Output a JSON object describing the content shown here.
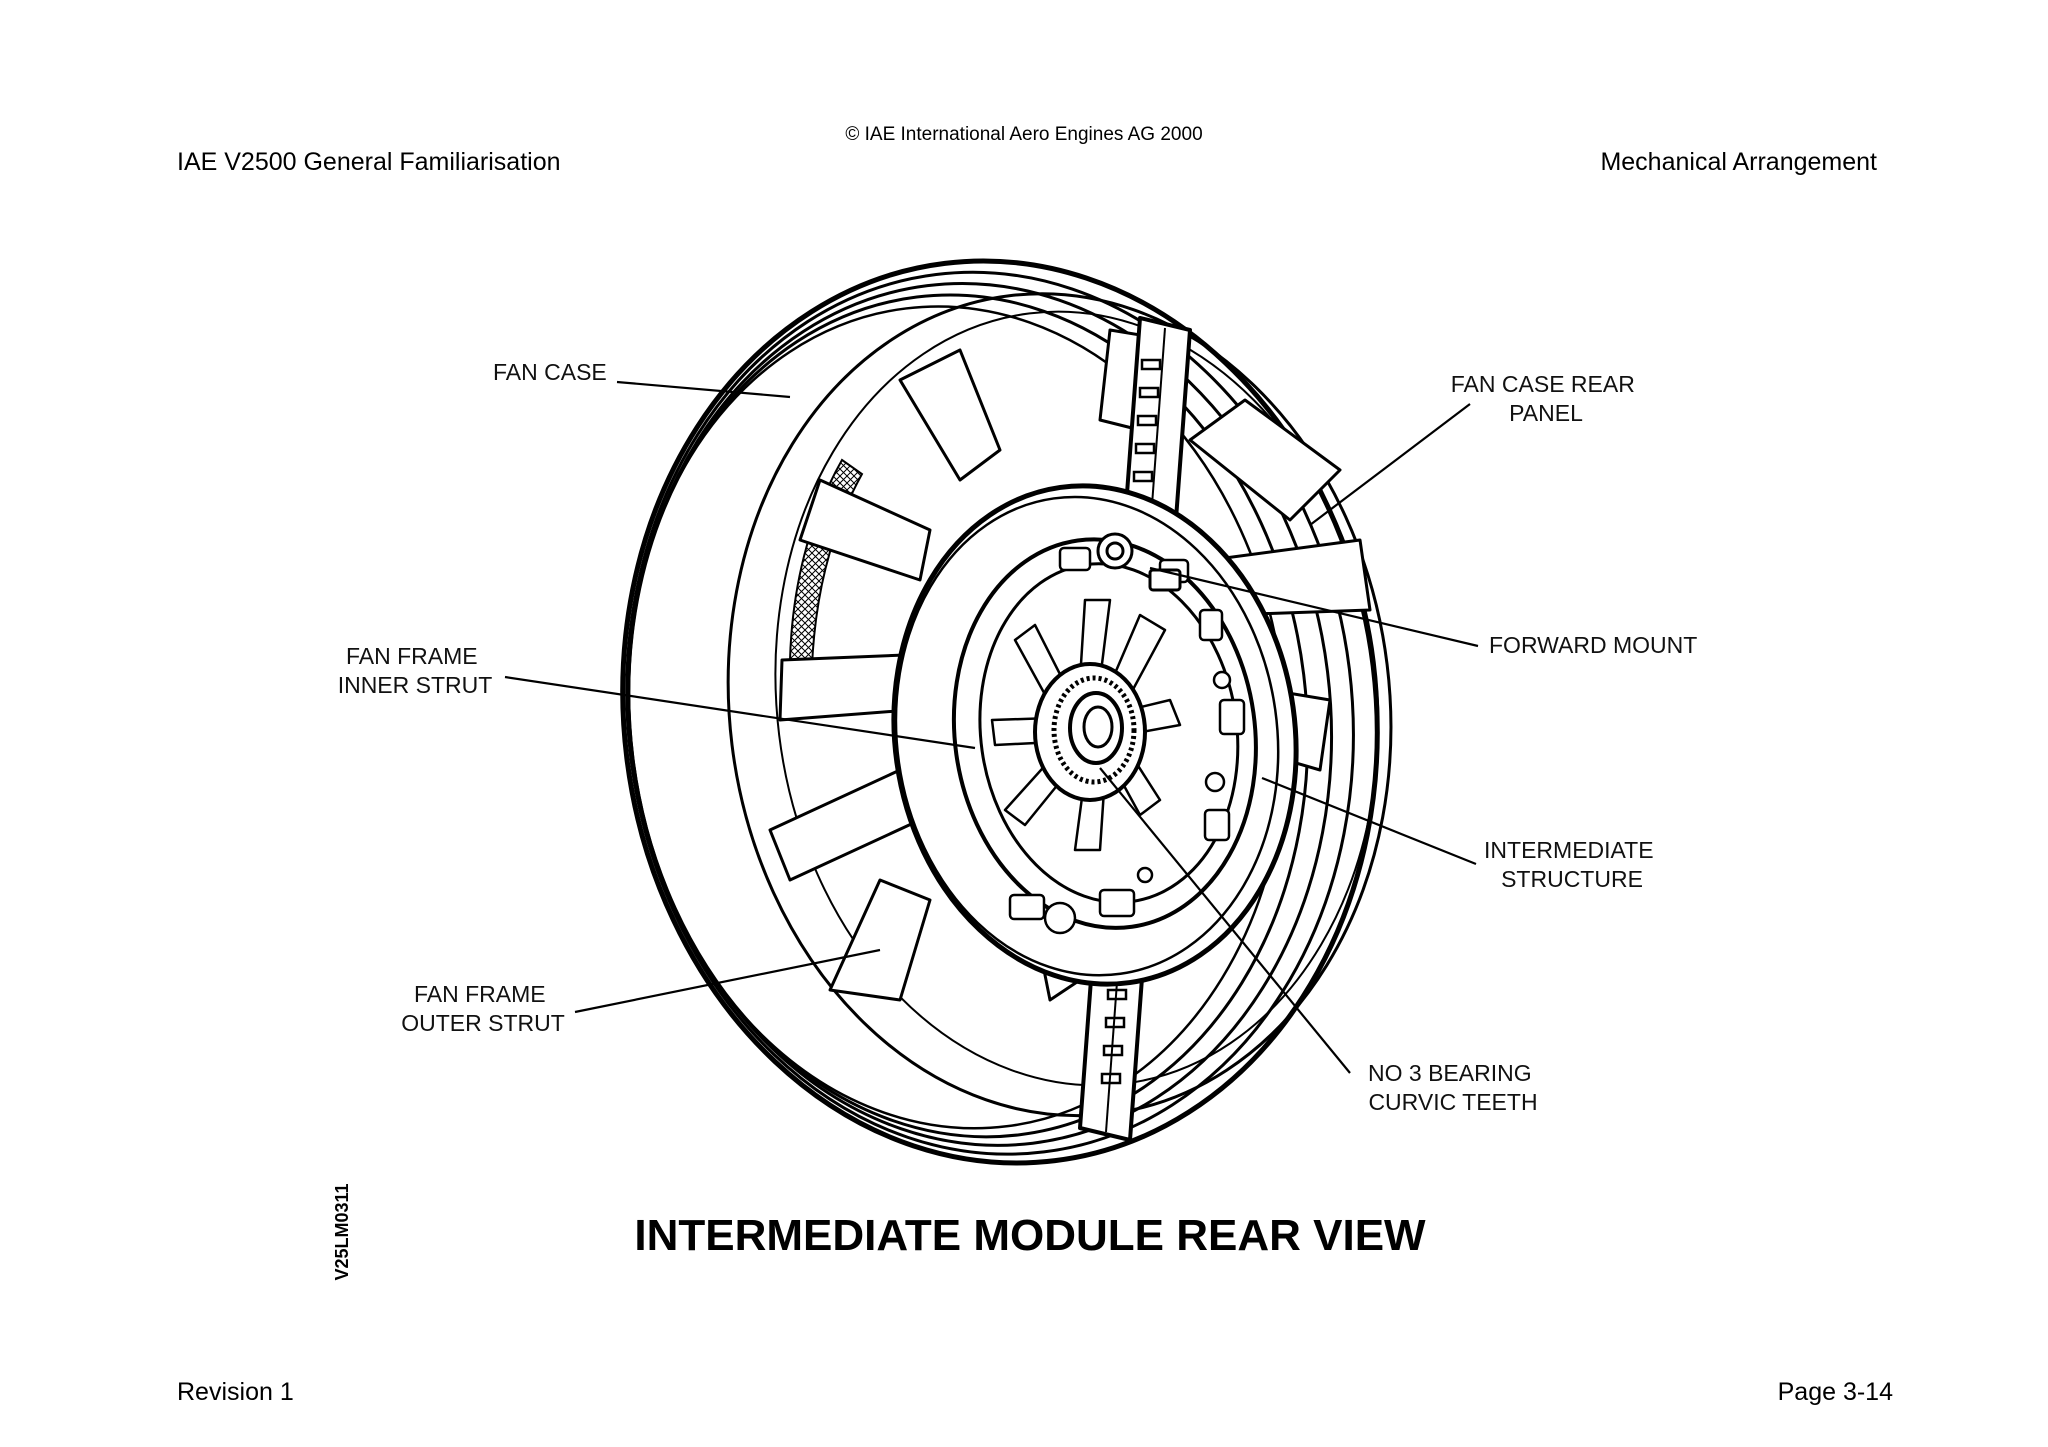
{
  "header": {
    "copyright": "© IAE International Aero Engines AG 2000",
    "left_title": "IAE V2500 General Familiarisation",
    "right_title": "Mechanical Arrangement"
  },
  "figure": {
    "title": "INTERMEDIATE MODULE REAR VIEW",
    "drawing_code": "V25LM0311",
    "labels": {
      "fan_case": [
        "FAN CASE"
      ],
      "fan_case_rear_panel": [
        "FAN CASE REAR",
        "PANEL"
      ],
      "forward_mount": [
        "FORWARD MOUNT"
      ],
      "fan_frame_inner_strut": [
        "FAN FRAME",
        "INNER STRUT"
      ],
      "intermediate_structure": [
        "INTERMEDIATE",
        "STRUCTURE"
      ],
      "fan_frame_outer_strut": [
        "FAN FRAME",
        "OUTER STRUT"
      ],
      "no3_bearing": [
        "NO 3 BEARING",
        "CURVIC TEETH"
      ]
    }
  },
  "footer": {
    "revision": "Revision 1",
    "page": "Page 3-14"
  }
}
